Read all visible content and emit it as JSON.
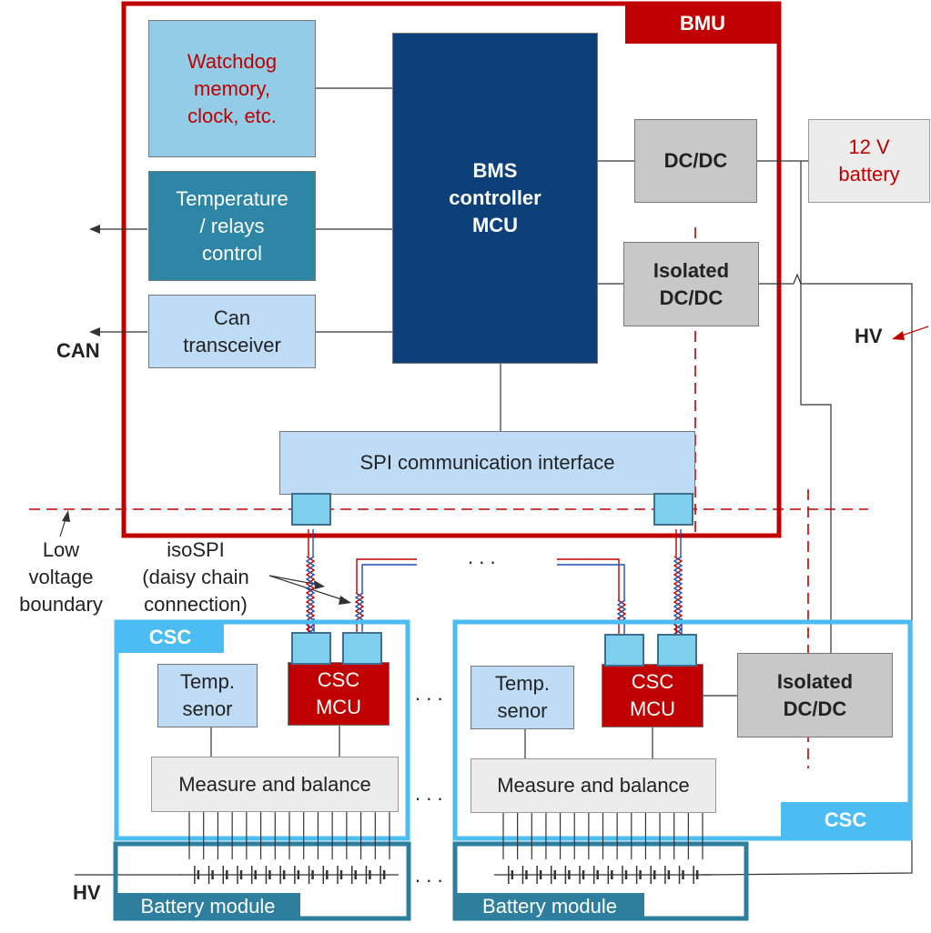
{
  "bmu": {
    "tag": "BMU",
    "watchdog": "Watchdog\nmemory,\nclock, etc.",
    "temperature": "Temperature\n/ relays\ncontrol",
    "can_transceiver": "Can\ntransceiver",
    "controller": "BMS\ncontroller\nMCU",
    "dcdc": "DC/DC",
    "isolated_dcdc": "Isolated\nDC/DC",
    "spi": "SPI communication interface"
  },
  "external": {
    "battery_12v": "12 V\nbattery",
    "can_label": "CAN",
    "hv_top": "HV",
    "hv_bottom": "HV",
    "low_voltage": "Low\nvoltage\nboundary",
    "isospi": "isoSPI\n(daisy chain\nconnection)",
    "dots_top": ". . .",
    "dots_mid1": ". . .",
    "dots_mid2": ". . .",
    "dots_bottom": ". . ."
  },
  "csc_left": {
    "tag": "CSC",
    "temp": "Temp.\nsenor",
    "mcu": "CSC\nMCU",
    "measure": "Measure and balance",
    "battery": "Battery module"
  },
  "csc_right": {
    "tag": "CSC",
    "temp": "Temp.\nsenor",
    "mcu": "CSC\nMCU",
    "measure": "Measure and balance",
    "isolated_dcdc": "Isolated\nDC/DC",
    "battery": "Battery module"
  },
  "colors": {
    "bmu_red": "#c00000",
    "mcu_red": "#c00000",
    "controller_blue": "#0d3f78",
    "teal": "#2e86a6",
    "light_blue": "#bfdcf7",
    "pale_blue": "#92cce6",
    "csc_blue": "#4bbdf3",
    "battery_teal": "#2e7f9e",
    "gray": "#c8c8c8"
  }
}
